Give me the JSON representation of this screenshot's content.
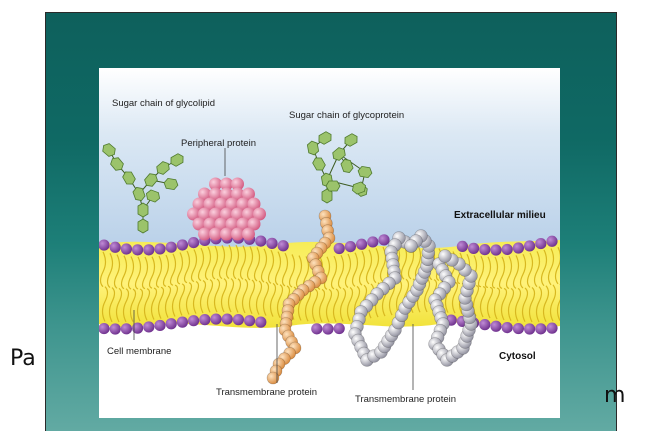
{
  "slide_text": {
    "left_fragment": "Pa",
    "right_fragment": "m"
  },
  "diagram": {
    "labels": {
      "sugar_glycolipid": "Sugar chain of glycolipid",
      "peripheral_protein": "Peripheral protein",
      "sugar_glycoprotein": "Sugar chain of glycoprotein",
      "extracellular": "Extracellular milieu",
      "cell_membrane": "Cell membrane",
      "cytosol": "Cytosol",
      "transmembrane_1": "Transmembrane protein",
      "transmembrane_2": "Transmembrane protein"
    },
    "colors": {
      "extracellular_bg": "#bcd3ea",
      "bilayer": "#f3e63e",
      "lipid_head": "#8b4aa8",
      "peripheral": "#e88aaa",
      "glycan": "#9bc36b",
      "protein_orange": "#f0b170",
      "protein_gray": "#c4c4cc"
    }
  }
}
